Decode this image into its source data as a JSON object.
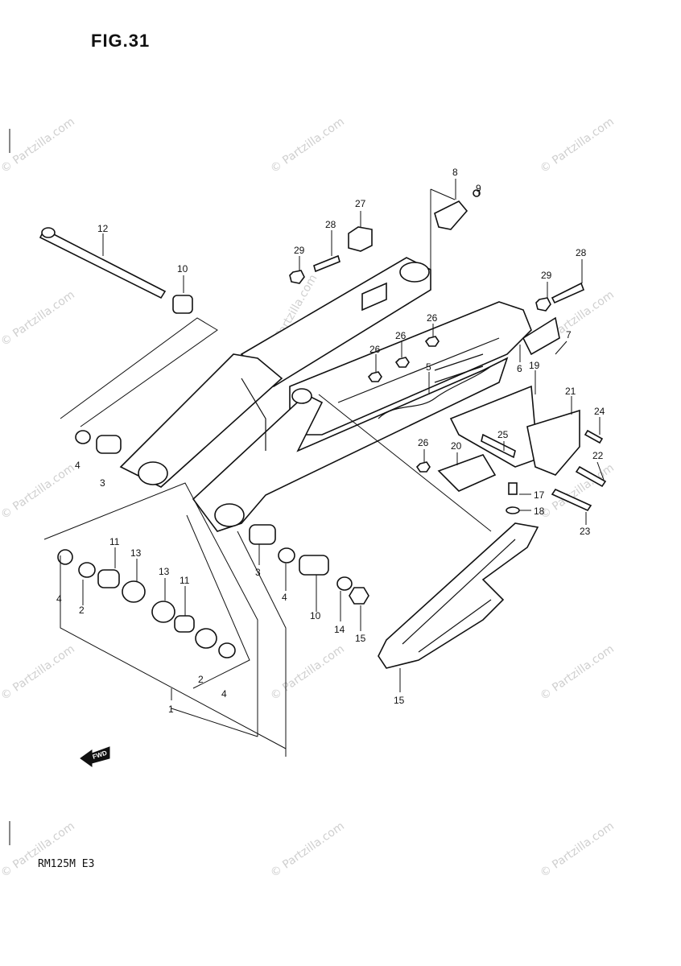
{
  "figure": {
    "title": "FIG.31",
    "model_code": "RM125M E3",
    "forward_arrow_label": "FWD",
    "watermark": "© Partzilla.com"
  },
  "callouts": [
    {
      "id": "c12a",
      "text": "12"
    },
    {
      "id": "c10a",
      "text": "10"
    },
    {
      "id": "c4a",
      "text": "4"
    },
    {
      "id": "c3a",
      "text": "3"
    },
    {
      "id": "c27",
      "text": "27"
    },
    {
      "id": "c28a",
      "text": "28"
    },
    {
      "id": "c29a",
      "text": "29"
    },
    {
      "id": "c8",
      "text": "8"
    },
    {
      "id": "c9",
      "text": "9"
    },
    {
      "id": "c28b",
      "text": "28"
    },
    {
      "id": "c29b",
      "text": "29"
    },
    {
      "id": "c7",
      "text": "7"
    },
    {
      "id": "c26a",
      "text": "26"
    },
    {
      "id": "c26b",
      "text": "26"
    },
    {
      "id": "c26c",
      "text": "26"
    },
    {
      "id": "c5",
      "text": "5"
    },
    {
      "id": "c6",
      "text": "6"
    },
    {
      "id": "c19",
      "text": "19"
    },
    {
      "id": "c21",
      "text": "21"
    },
    {
      "id": "c24",
      "text": "24"
    },
    {
      "id": "c25",
      "text": "25"
    },
    {
      "id": "c26d",
      "text": "26"
    },
    {
      "id": "c20",
      "text": "20"
    },
    {
      "id": "c22",
      "text": "22"
    },
    {
      "id": "c17",
      "text": "17"
    },
    {
      "id": "c18",
      "text": "18"
    },
    {
      "id": "c23",
      "text": "23"
    },
    {
      "id": "c11a",
      "text": "11"
    },
    {
      "id": "c13a",
      "text": "13"
    },
    {
      "id": "c4b",
      "text": "4"
    },
    {
      "id": "c2a",
      "text": "2"
    },
    {
      "id": "c13b",
      "text": "13"
    },
    {
      "id": "c11b",
      "text": "11"
    },
    {
      "id": "c3b",
      "text": "3"
    },
    {
      "id": "c4c",
      "text": "4"
    },
    {
      "id": "c10b",
      "text": "10"
    },
    {
      "id": "c14",
      "text": "14"
    },
    {
      "id": "c15a",
      "text": "15"
    },
    {
      "id": "c15b",
      "text": "15"
    },
    {
      "id": "c2b",
      "text": "2"
    },
    {
      "id": "c4d",
      "text": "4"
    },
    {
      "id": "c1",
      "text": "1"
    }
  ]
}
